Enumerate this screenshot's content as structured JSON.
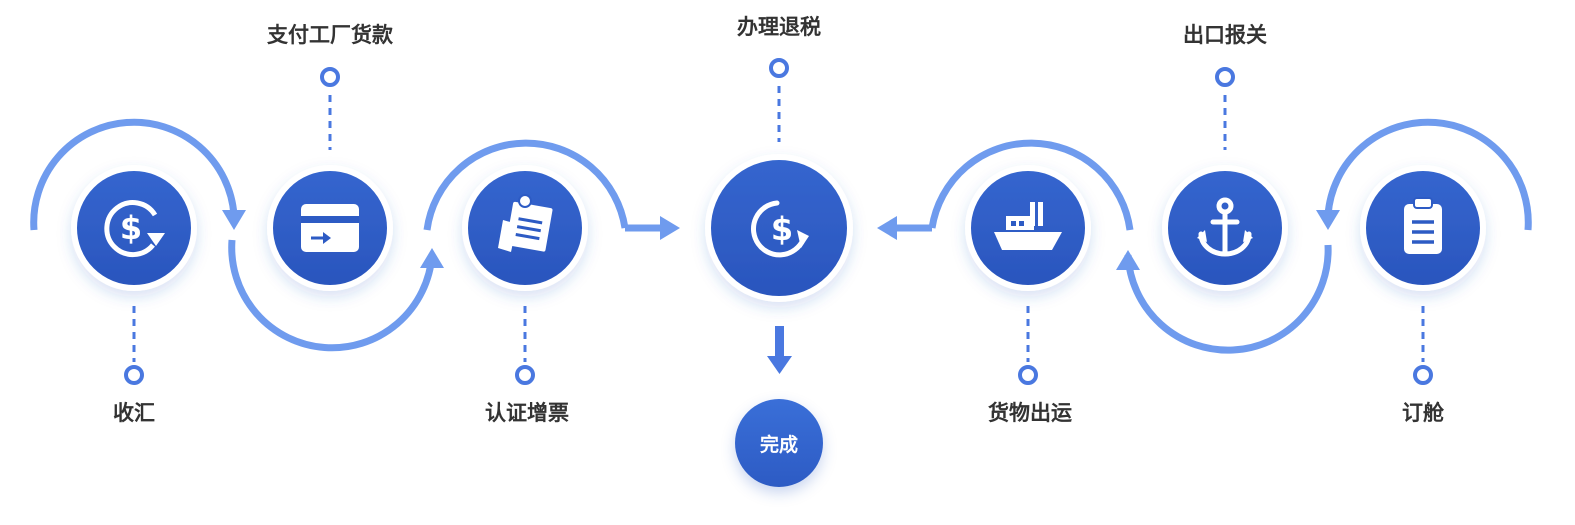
{
  "colors": {
    "circle": "#2d5bc4",
    "arc": "#6f9bee",
    "connector": "#4a78e0",
    "text": "#333333"
  },
  "steps": [
    {
      "label": "收汇",
      "icon": "dollar-refresh-icon"
    },
    {
      "label": "支付工厂货款",
      "icon": "card-transfer-icon"
    },
    {
      "label": "认证增票",
      "icon": "invoice-icon"
    },
    {
      "label": "办理退税",
      "icon": "tax-refund-dollar-icon"
    },
    {
      "label": "货物出运",
      "icon": "cargo-ship-icon"
    },
    {
      "label": "出口报关",
      "icon": "anchor-icon"
    },
    {
      "label": "订舱",
      "icon": "clipboard-icon"
    }
  ],
  "finish": {
    "label": "完成"
  }
}
